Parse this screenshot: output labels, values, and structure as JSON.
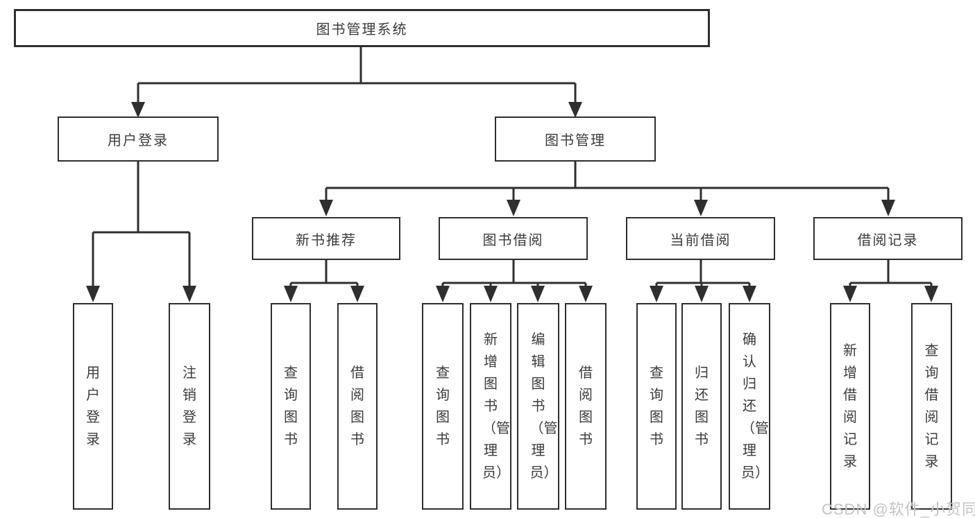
{
  "watermark": "CSDN @软件_小贺同学",
  "colors": {
    "line": "#2f2f2f",
    "border": "#2e2e2e",
    "text": "#3b3b3b",
    "watermark": "#c4c4c4",
    "background": "#ffffff"
  },
  "diagram": {
    "type": "tree",
    "root": {
      "label": "图书管理系统",
      "children": [
        {
          "label": "用户登录",
          "children": [
            {
              "label": "用户登录"
            },
            {
              "label": "注销登录"
            }
          ]
        },
        {
          "label": "图书管理",
          "children": [
            {
              "label": "新书推荐",
              "children": [
                {
                  "label": "查询图书"
                },
                {
                  "label": "借阅图书"
                }
              ]
            },
            {
              "label": "图书借阅",
              "children": [
                {
                  "label": "查询图书"
                },
                {
                  "label": "新增图书（管理员）"
                },
                {
                  "label": "编辑图书（管理员）"
                },
                {
                  "label": "借阅图书"
                }
              ]
            },
            {
              "label": "当前借阅",
              "children": [
                {
                  "label": "查询图书"
                },
                {
                  "label": "归还图书"
                },
                {
                  "label": "确认归还（管理员）"
                }
              ]
            },
            {
              "label": "借阅记录",
              "children": [
                {
                  "label": "新增借阅记录"
                },
                {
                  "label": "查询借阅记录"
                }
              ]
            }
          ]
        }
      ]
    }
  }
}
